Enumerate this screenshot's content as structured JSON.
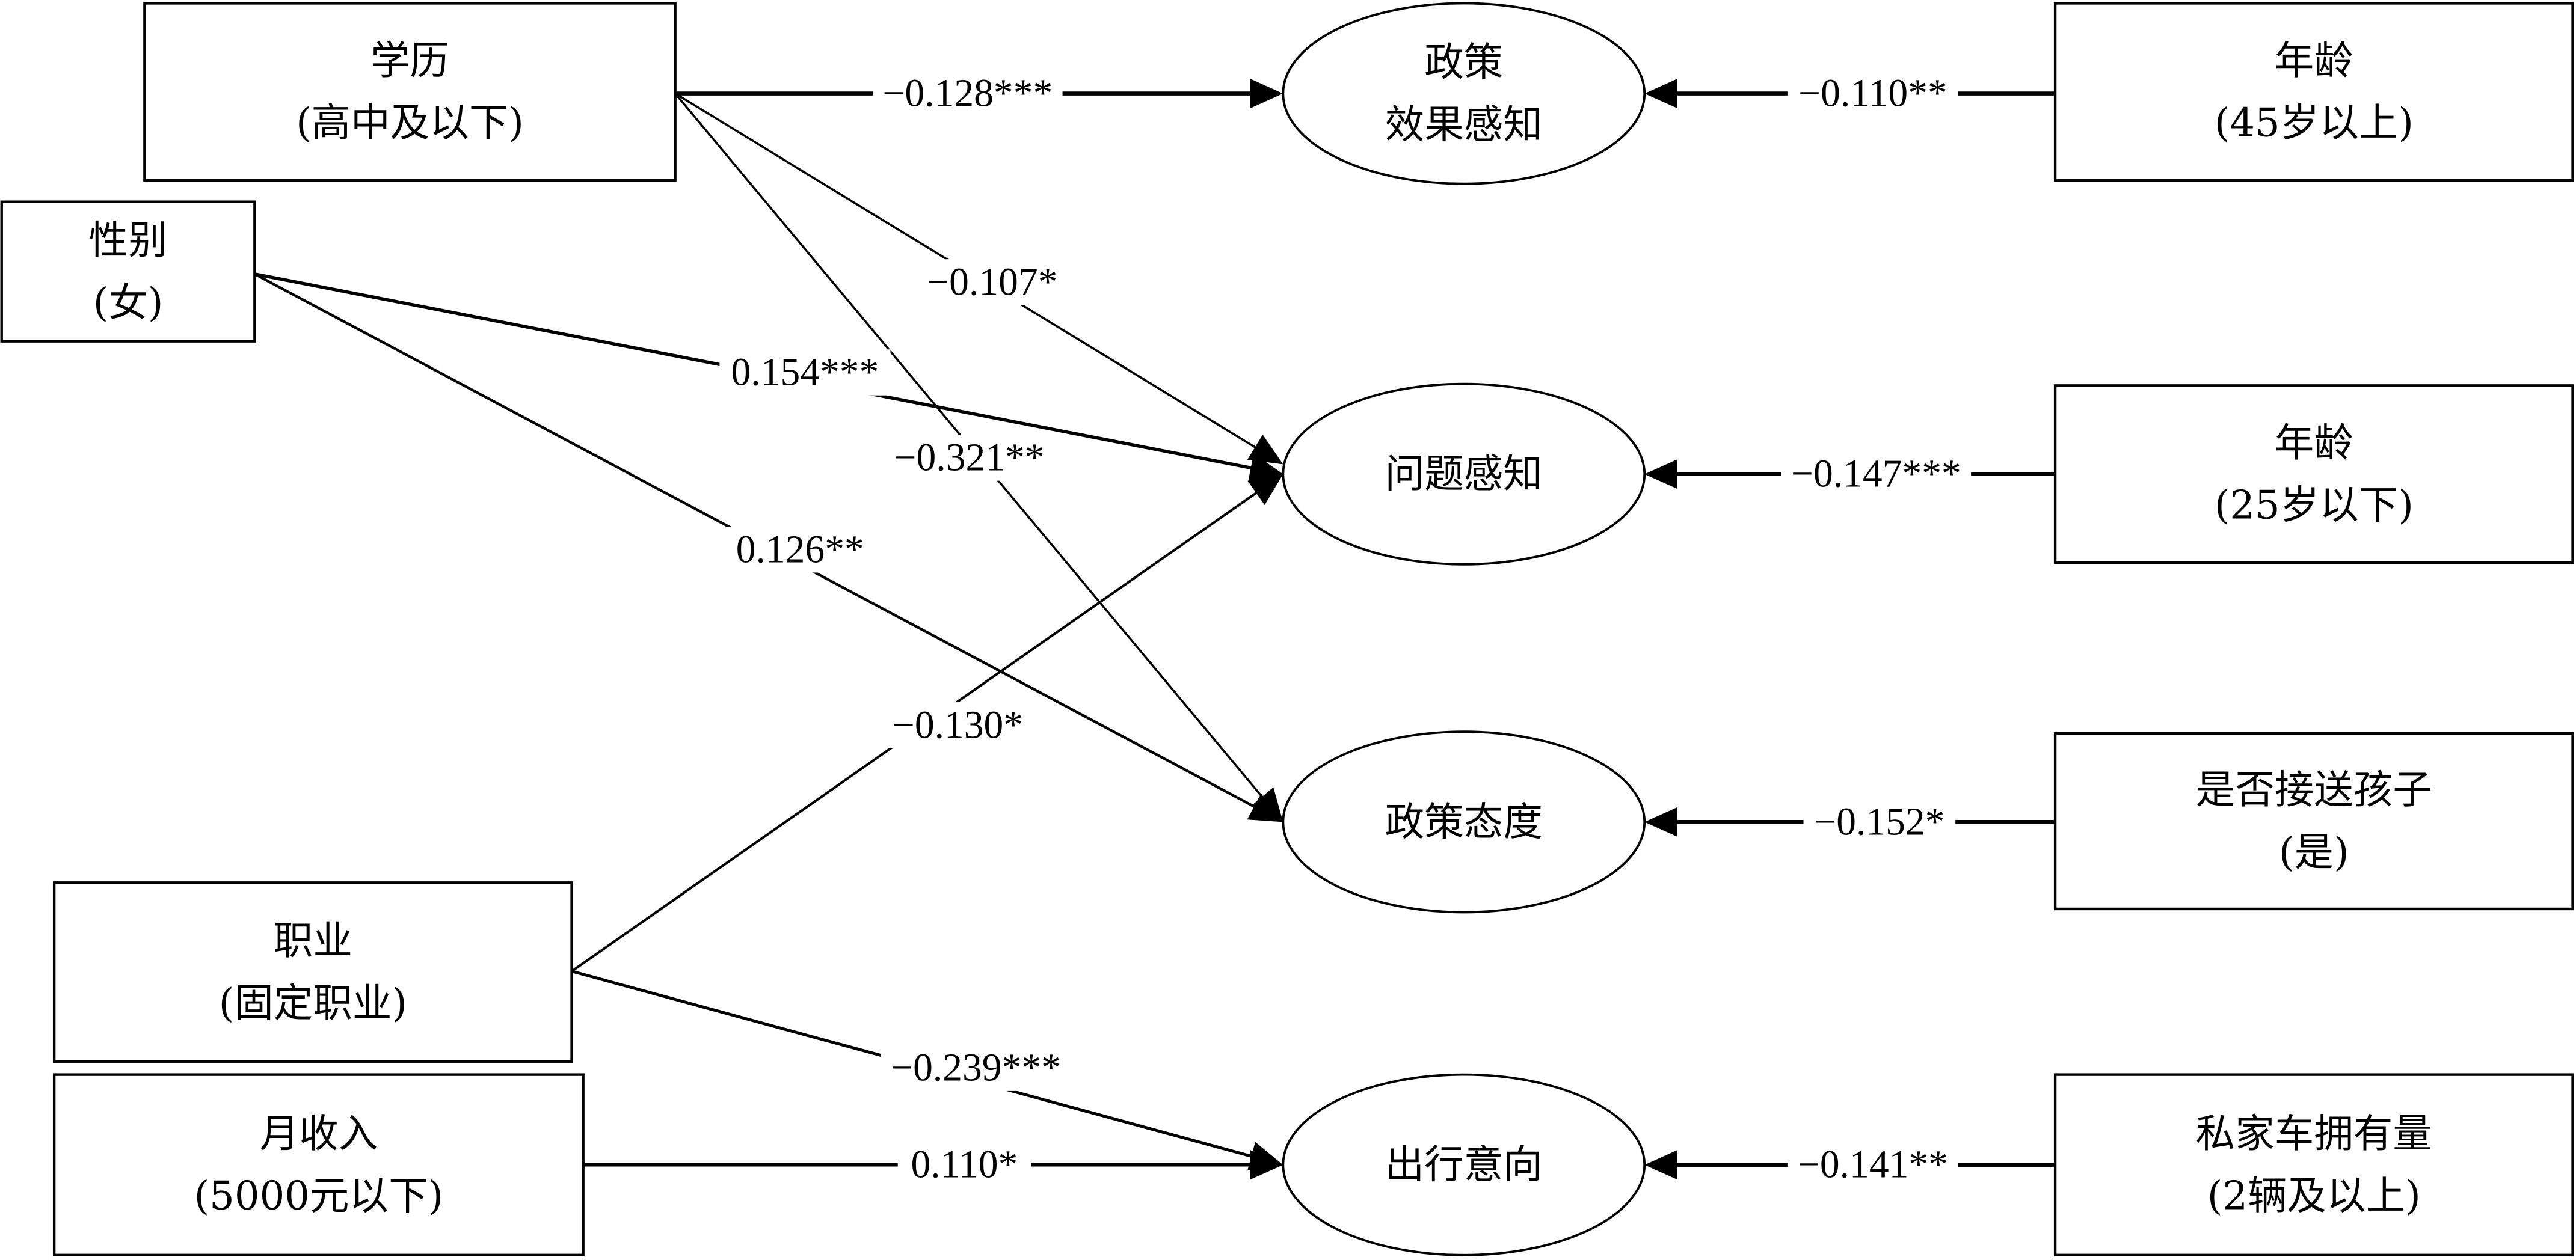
{
  "diagram": {
    "type": "path-model",
    "predictors_left": [
      {
        "id": "education",
        "title": "学历",
        "subtitle": "(高中及以下)"
      },
      {
        "id": "gender",
        "title": "性别",
        "subtitle": "(女)"
      },
      {
        "id": "occupation",
        "title": "职业",
        "subtitle": "(固定职业)"
      },
      {
        "id": "income",
        "title": "月收入",
        "subtitle": "(5000元以下)"
      }
    ],
    "outcomes": [
      {
        "id": "policy_effect",
        "lines": [
          "政策",
          "效果感知"
        ]
      },
      {
        "id": "problem",
        "lines": [
          "问题感知"
        ]
      },
      {
        "id": "attitude",
        "lines": [
          "政策态度"
        ]
      },
      {
        "id": "travel",
        "lines": [
          "出行意向"
        ]
      }
    ],
    "predictors_right": [
      {
        "id": "age45",
        "title": "年龄",
        "subtitle": "(45岁以上)"
      },
      {
        "id": "age25",
        "title": "年龄",
        "subtitle": "(25岁以下)"
      },
      {
        "id": "kids",
        "title": "是否接送孩子",
        "subtitle": "(是)"
      },
      {
        "id": "cars",
        "title": "私家车拥有量",
        "subtitle": "(2辆及以上)"
      }
    ],
    "edges": [
      {
        "from": "education",
        "to": "policy_effect",
        "coef": -0.128,
        "sig": "***",
        "label": "−0.128***"
      },
      {
        "from": "education",
        "to": "problem",
        "coef": -0.107,
        "sig": "*",
        "label": "−0.107*"
      },
      {
        "from": "education",
        "to": "attitude",
        "coef": -0.321,
        "sig": "**",
        "label": "−0.321**"
      },
      {
        "from": "gender",
        "to": "problem",
        "coef": 0.154,
        "sig": "***",
        "label": "0.154***"
      },
      {
        "from": "gender",
        "to": "attitude",
        "coef": 0.126,
        "sig": "**",
        "label": "0.126**"
      },
      {
        "from": "occupation",
        "to": "problem",
        "coef": -0.13,
        "sig": "*",
        "label": "−0.130*"
      },
      {
        "from": "occupation",
        "to": "travel",
        "coef": -0.239,
        "sig": "***",
        "label": "−0.239***"
      },
      {
        "from": "income",
        "to": "travel",
        "coef": 0.11,
        "sig": "*",
        "label": "0.110*"
      },
      {
        "from": "age45",
        "to": "policy_effect",
        "coef": -0.11,
        "sig": "**",
        "label": "−0.110**"
      },
      {
        "from": "age25",
        "to": "problem",
        "coef": -0.147,
        "sig": "***",
        "label": "−0.147***"
      },
      {
        "from": "kids",
        "to": "attitude",
        "coef": -0.152,
        "sig": "*",
        "label": "−0.152*"
      },
      {
        "from": "cars",
        "to": "travel",
        "coef": -0.141,
        "sig": "**",
        "label": "−0.141**"
      }
    ]
  }
}
